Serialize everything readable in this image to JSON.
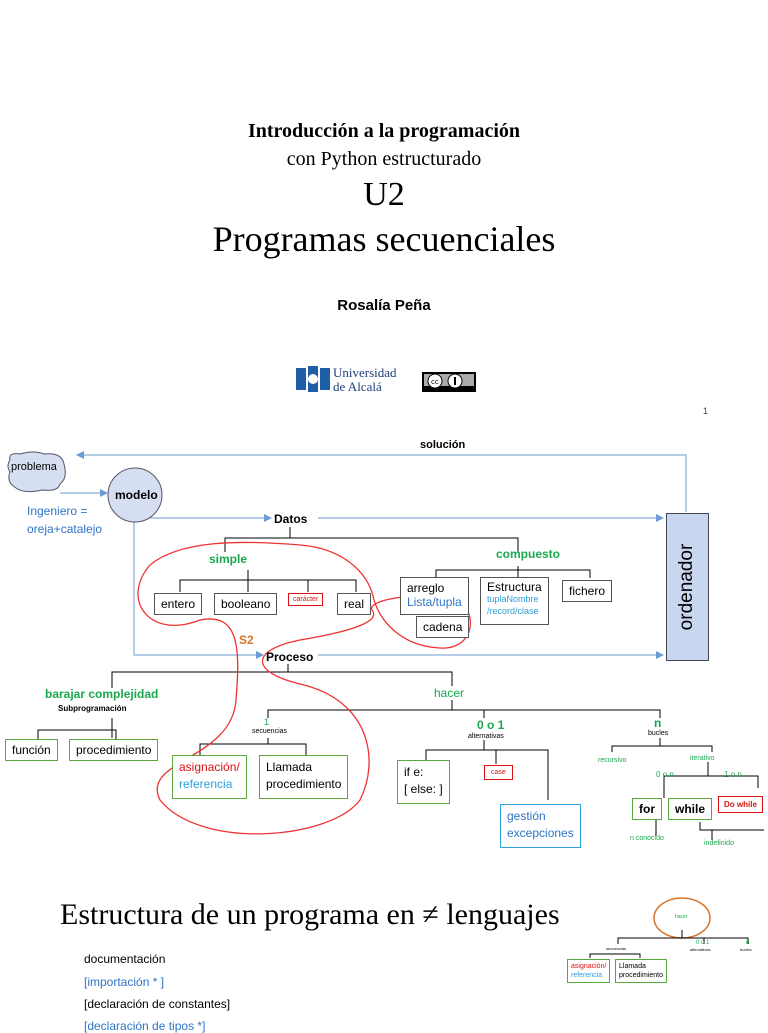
{
  "header": {
    "title": "Introducción a la programación",
    "subtitle": "con Python estructurado",
    "unit": "U2",
    "topic": "Programas secuenciales",
    "author": "Rosalía Peña",
    "logo_line1": "Universidad",
    "logo_line2": "de Alcalá",
    "page_number": "1"
  },
  "diagram": {
    "solucion": "solución",
    "problema": "problema",
    "modelo": "modelo",
    "ingeniero_line1": "Ingeniero =",
    "ingeniero_line2": "oreja+catalejo",
    "datos": "Datos",
    "ordenador": "ordenador",
    "simple": "simple",
    "compuesto": "compuesto",
    "entero": "entero",
    "booleano": "booleano",
    "caracter": "carácter",
    "real": "real",
    "arreglo": "arreglo",
    "lista_tupla": "Lista/tupla",
    "estructura": "Estructura",
    "tupla_nombre": "tuplaNombre",
    "record_clase": "/record/clase",
    "fichero": "fichero",
    "cadena": "cadena",
    "s2": "S2",
    "proceso": "Proceso",
    "barajar": "barajar complejidad",
    "subprogramacion": "Subprogramación",
    "funcion": "función",
    "procedimiento": "procedimiento",
    "hacer": "hacer",
    "uno": "1",
    "secuencias": "secuencias",
    "asignacion": "asignación/",
    "referencia": "referencia",
    "llamada": "Llamada",
    "llamada_proc": "procedimiento",
    "cero_o_uno": "0 o 1",
    "alternativas": "alternativas",
    "if_e": "if e:",
    "else": "[ else: ]",
    "case": "case",
    "gestion": "gestión",
    "excepciones": "excepciones",
    "n": "n",
    "bucles": "bucles",
    "recursivo": "recursivo",
    "iterativo": "iterativo",
    "cero_o_n": "0 o n",
    "uno_o_n": "1 o n",
    "for": "for",
    "while": "while",
    "do_while": "Do while",
    "n_conocido": "n conocido",
    "indefinido": "indefinido"
  },
  "bottom": {
    "title": "Estructura de un programa en ≠ lenguajes",
    "lines": [
      "documentación",
      "[importación  * ]",
      "[declaración de constantes]",
      "[declaración de tipos  *]"
    ],
    "mini": {
      "hacer": "hacer",
      "secuencias": "secuencias",
      "cero_o_uno": "0 o 1",
      "alternativas": "alternativas",
      "n": "n",
      "bucles": "bucles",
      "asignacion": "asignación/",
      "referencia": "referencia",
      "llamada": "Llamada",
      "llamada_proc": "procedimiento"
    }
  },
  "colors": {
    "green": "#1aa84f",
    "blue": "#2e75c7",
    "red": "#d11111",
    "orange": "#d9742b",
    "modelo_fill": "#d6dff2",
    "ordenador_fill": "#c9d6ef"
  }
}
